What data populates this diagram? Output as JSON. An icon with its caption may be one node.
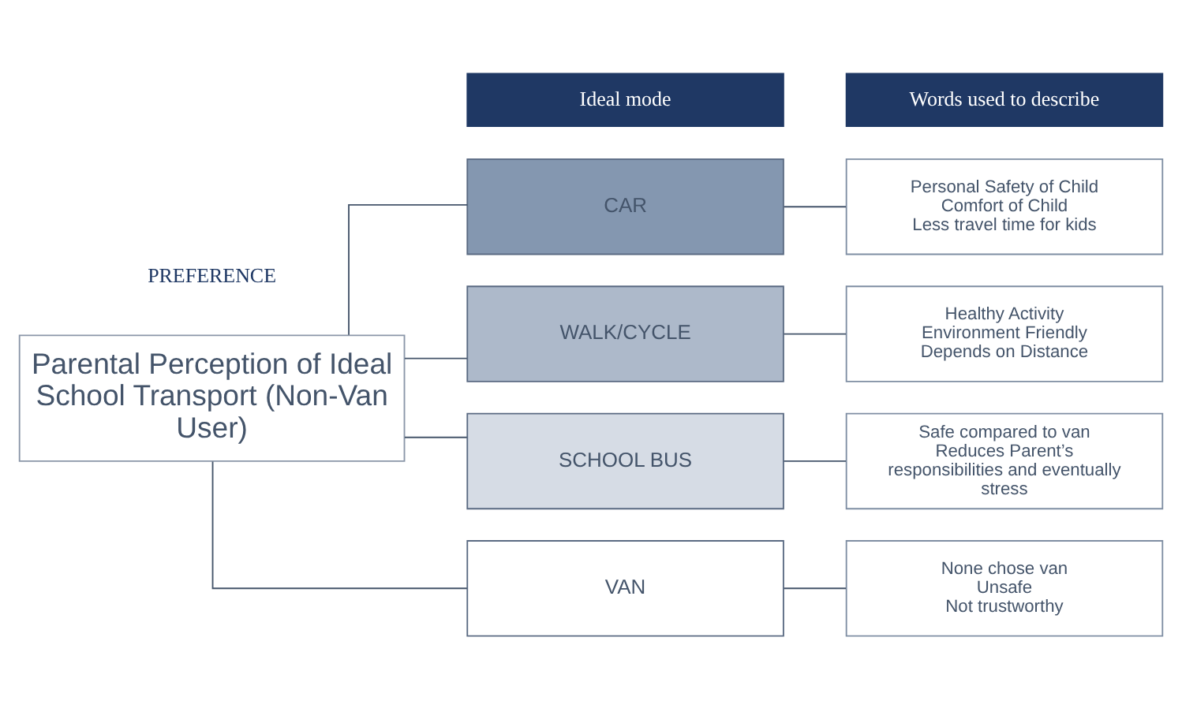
{
  "diagram": {
    "nodes": [
      {
        "text": [
          "Parental Perception of Ideal School Transport (Non-Van User)"
        ]
      },
      {
        "text": [
          "Ideal mode"
        ]
      },
      {
        "text": [
          "Words used to describe"
        ]
      },
      {
        "text": [
          "CAR"
        ]
      },
      {
        "text": [
          "Personal Safety of Child",
          "Comfort of Child",
          "Less travel time for kids"
        ]
      },
      {
        "text": [
          "WALK/CYCLE"
        ]
      },
      {
        "text": [
          "Healthy Activity",
          "Environment Friendly",
          "Depends on Distance"
        ]
      },
      {
        "text": [
          "SCHOOL BUS"
        ]
      },
      {
        "text": [
          "Safe compared to van",
          "Reduces Parent’s responsibilities and eventually stress"
        ]
      },
      {
        "text": [
          "VAN"
        ]
      },
      {
        "text": [
          "None chose van",
          "Unsafe",
          "Not trustworthy"
        ]
      }
    ],
    "edges": [
      {
        "from": 0,
        "to": 3,
        "arrow": "none"
      },
      {
        "from": 0,
        "to": 5,
        "arrow": "none"
      },
      {
        "from": 0,
        "to": 7,
        "arrow": "none"
      },
      {
        "from": 0,
        "to": 9,
        "arrow": "none"
      },
      {
        "from": 3,
        "to": 4,
        "arrow": "none"
      },
      {
        "from": 5,
        "to": 6,
        "arrow": "none"
      },
      {
        "from": 7,
        "to": 8,
        "arrow": "none"
      },
      {
        "from": 9,
        "to": 10,
        "arrow": "none"
      }
    ],
    "labels": [
      "PREFERENCE"
    ]
  }
}
